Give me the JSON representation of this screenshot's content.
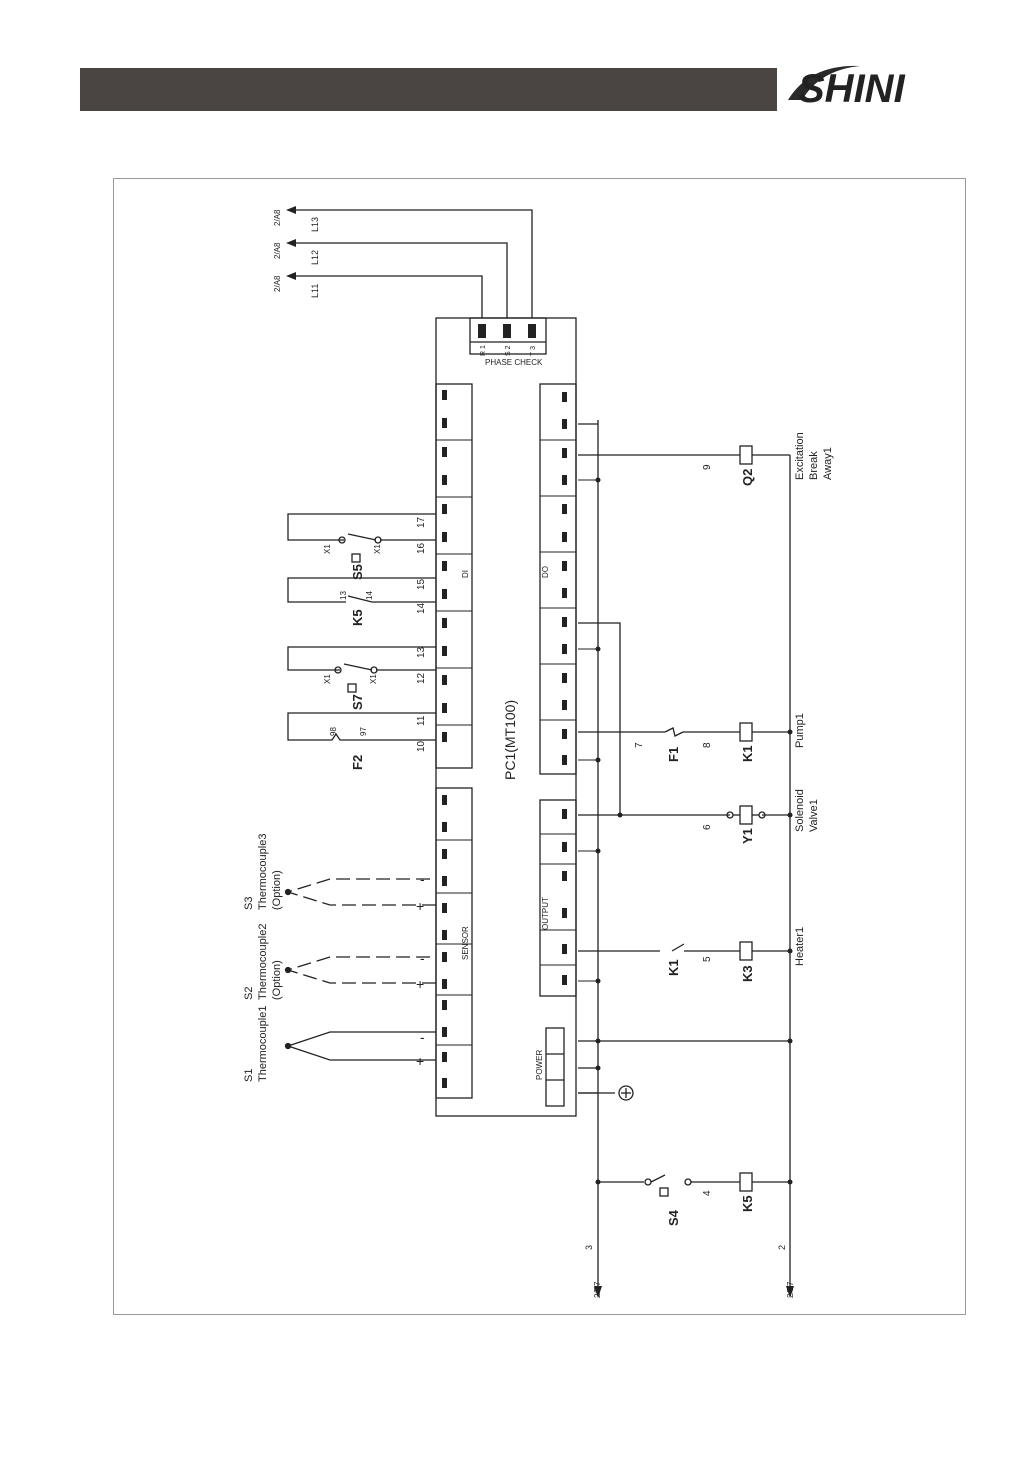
{
  "header": {
    "logo_text": "SHINI"
  },
  "diagram": {
    "controller": "PC1(MT100)",
    "blocks": {
      "sensor": "SENSOR",
      "power": "POWER",
      "output": "OUTPUT",
      "do": "DO",
      "di": "DI",
      "phase": "PHASE CHECK"
    },
    "phase_pins": [
      "R 1",
      "S 2",
      "T 3"
    ],
    "phase_lines": [
      {
        "name": "L11",
        "ref": "2/A8"
      },
      {
        "name": "L12",
        "ref": "2/A8"
      },
      {
        "name": "L13",
        "ref": "2/A8"
      }
    ],
    "thermocouples": [
      {
        "id": "S1",
        "name": "Thermocouple1",
        "note": ""
      },
      {
        "id": "S2",
        "name": "Thermocouple2",
        "note": "(Option)"
      },
      {
        "id": "S3",
        "name": "Thermocouple3",
        "note": "(Option)"
      }
    ],
    "switches": [
      {
        "id": "F2",
        "pin_a": "98",
        "pin_b": "97",
        "wire_a": "10",
        "wire_b": "11"
      },
      {
        "id": "S7",
        "pin_a": "X1",
        "pin_b": "X1",
        "wire_a": "12",
        "wire_b": "13"
      },
      {
        "id": "K5",
        "pin_a": "13",
        "pin_b": "14",
        "wire_a": "14",
        "wire_b": "15"
      },
      {
        "id": "S5",
        "pin_a": "X1",
        "pin_b": "X1",
        "wire_a": "16",
        "wire_b": "17"
      }
    ],
    "loads": [
      {
        "id": "K5",
        "desc": "",
        "wire": "4"
      },
      {
        "id": "K3",
        "desc": "Heater1",
        "wire": "5"
      },
      {
        "id": "Y1",
        "desc": "Solenoid Valve1",
        "wire": "6"
      },
      {
        "id": "K1",
        "desc": "Pump1",
        "wire": "8"
      },
      {
        "id": "Q2",
        "desc": "Excitation Break Away1",
        "wire": "9"
      }
    ],
    "contacts": [
      {
        "id": "S4"
      },
      {
        "id": "K1"
      },
      {
        "id": "F1",
        "wire": "7"
      }
    ],
    "bottom_refs": [
      {
        "ref": "2/B7",
        "wire": "3"
      },
      {
        "ref": "2/B7",
        "wire": "2"
      }
    ]
  },
  "colors": {
    "header_bar": "#4a4543",
    "line": "#222222",
    "frame": "#9a9a9a",
    "logo": "#2a2a2a"
  }
}
